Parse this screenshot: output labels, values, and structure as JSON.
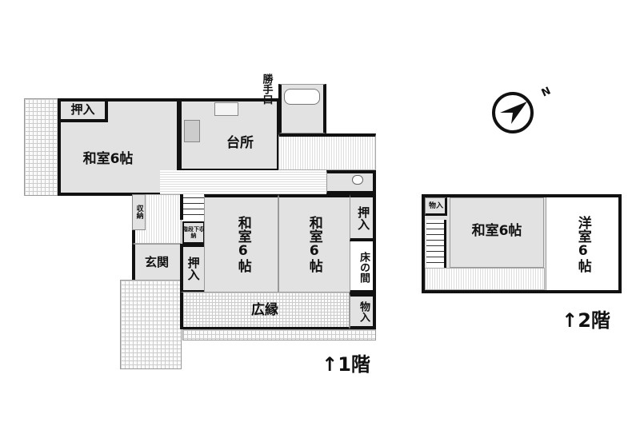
{
  "floor1": {
    "label": "↑1階",
    "rooms": {
      "washitsu_left": "和室6帖",
      "oshiire_top": "押入",
      "kitchen": "台所",
      "katteguchi": "勝手口",
      "washitsu_mid": "和室6帖",
      "washitsu_right": "和室6帖",
      "oshiire_right": "押入",
      "tokonoma": "床の間",
      "monoire": "物入",
      "hiroen": "広縁",
      "genkan": "玄関",
      "oshiire_left": "押入",
      "kaidanshita": "階段下収納",
      "shuno": "収納"
    }
  },
  "floor2": {
    "label": "↑2階",
    "rooms": {
      "monoire": "物入",
      "washitsu": "和室6帖",
      "yoshitsu": "洋室6帖"
    }
  },
  "compass": {
    "label": "N"
  }
}
